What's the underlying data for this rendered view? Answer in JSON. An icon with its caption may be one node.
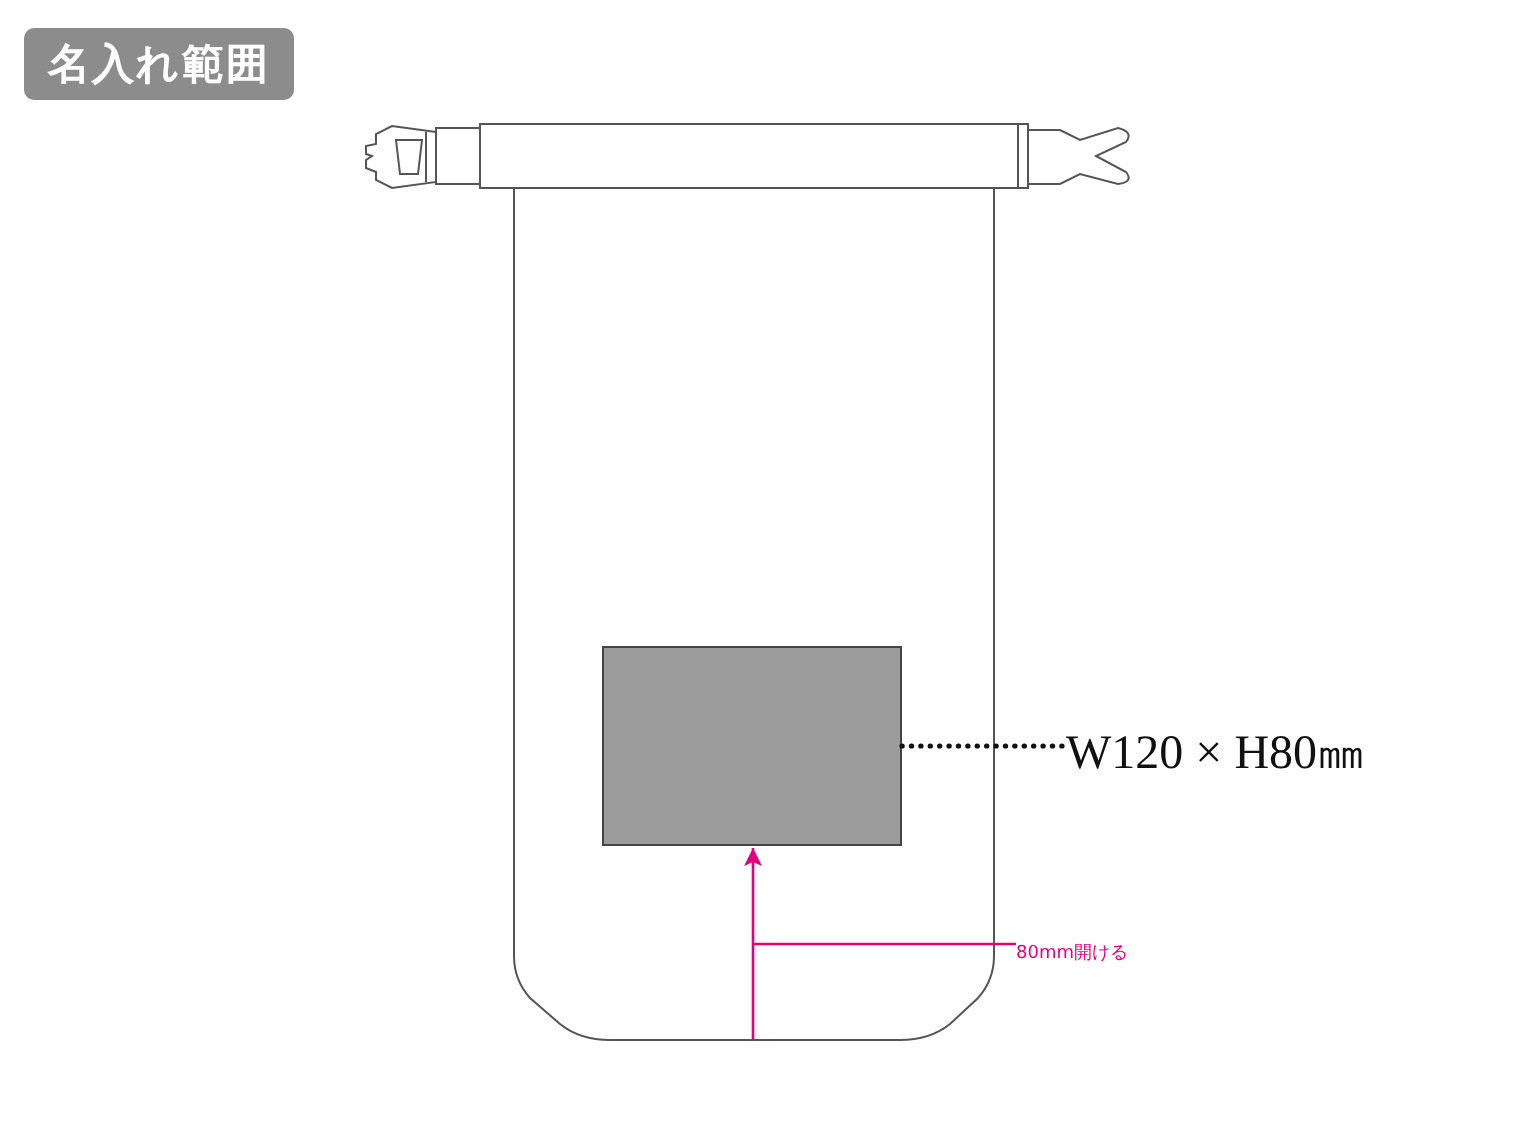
{
  "diagram": {
    "title": "名入れ範囲",
    "nodes": [
      {
        "text": [],
        "shape": "bag"
      },
      {
        "text": [],
        "shape": "box",
        "in": 0
      },
      {
        "text": [
          "W120 × H80㎜"
        ]
      },
      {
        "text": [
          "80mm開ける"
        ]
      }
    ],
    "edges": [
      {
        "from": 1,
        "to": 2,
        "arrow": "none",
        "style": "dashed",
        "color": "#111111"
      },
      {
        "from": 3,
        "to": null,
        "arrow": "none",
        "color": "#e4007f"
      },
      {
        "from": 0,
        "to": 1,
        "arrow": "to",
        "color": "#e4007f"
      }
    ]
  }
}
